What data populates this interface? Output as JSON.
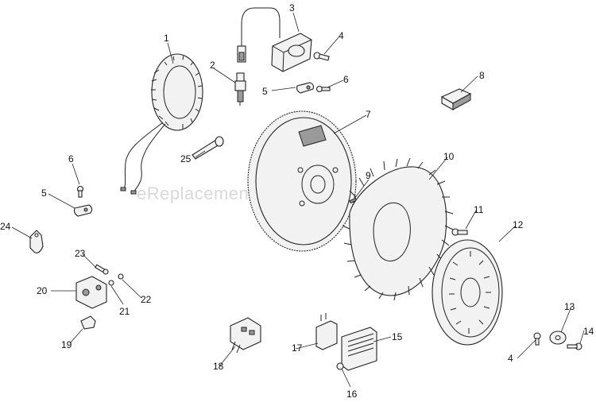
{
  "watermark": "eReplacementParts.com",
  "callouts": [
    "1",
    "2",
    "3",
    "4",
    "5",
    "6",
    "7",
    "8",
    "25",
    "6",
    "5",
    "24",
    "9",
    "10",
    "11",
    "12",
    "23",
    "20",
    "21",
    "22",
    "19",
    "18",
    "17",
    "15",
    "16",
    "13",
    "14",
    "4"
  ]
}
